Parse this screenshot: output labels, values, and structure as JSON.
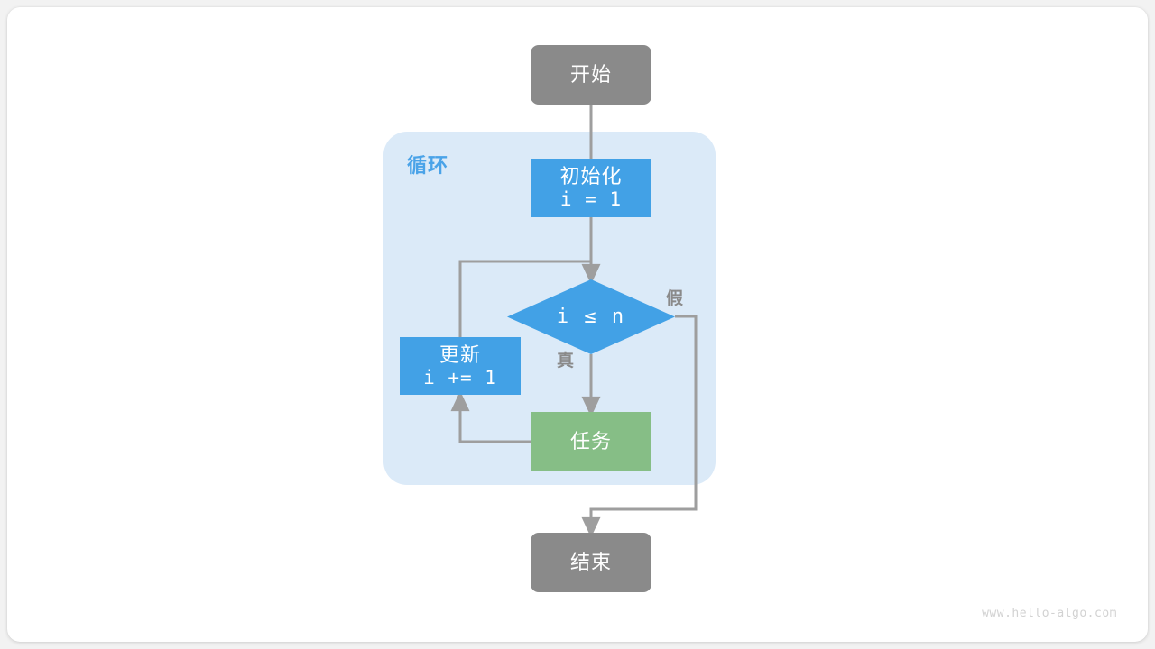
{
  "diagram": {
    "title_watermark": "www.hello-algo.com",
    "background_color": "#f2f2f2",
    "card_color": "#ffffff",
    "loop_container": {
      "label": "循环",
      "fill": "#dbeaf8",
      "label_color": "#4aa3e8"
    },
    "colors": {
      "terminal": "#8a8a8a",
      "process": "#42a1e6",
      "task": "#86be86",
      "edge": "#9e9e9e",
      "edge_label": "#8a8a8a"
    },
    "nodes": {
      "start": {
        "line1": "开始",
        "line2": "",
        "shape": "rounded-rect",
        "fill": "#8a8a8a"
      },
      "init": {
        "line1": "初始化",
        "line2": "i = 1",
        "shape": "rect",
        "fill": "#42a1e6"
      },
      "condition": {
        "line1": "i ≤ n",
        "shape": "diamond",
        "fill": "#42a1e6"
      },
      "update": {
        "line1": "更新",
        "line2": "i += 1",
        "shape": "rect",
        "fill": "#42a1e6"
      },
      "task": {
        "line1": "任务",
        "line2": "",
        "shape": "rect",
        "fill": "#86be86"
      },
      "end": {
        "line1": "结束",
        "line2": "",
        "shape": "rounded-rect",
        "fill": "#8a8a8a"
      }
    },
    "edge_labels": {
      "false": "假",
      "true": "真"
    }
  }
}
